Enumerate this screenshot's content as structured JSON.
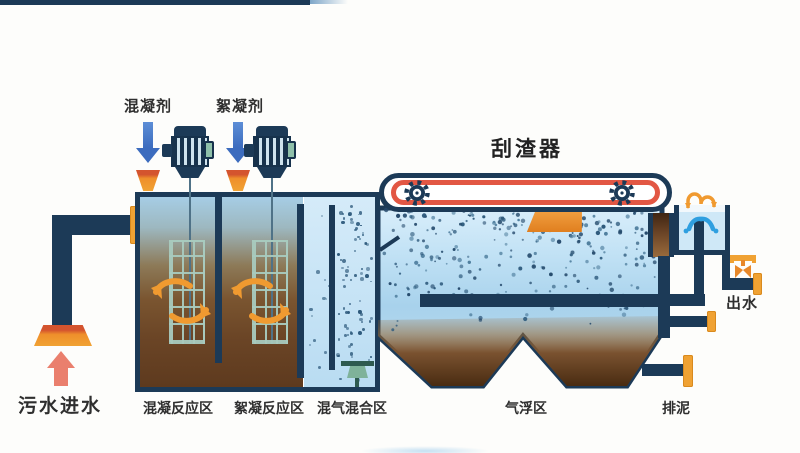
{
  "diagram": {
    "labels": {
      "inlet": "污水进水",
      "coagulant": "混凝剂",
      "flocculant": "絮凝剂",
      "scraper": "刮渣器",
      "zone_coagulation": "混凝反应区",
      "zone_flocculation": "絮凝反应区",
      "zone_air_mixing": "混气混合区",
      "zone_flotation": "气浮区",
      "sludge_discharge": "排泥",
      "outlet": "出水"
    },
    "colors": {
      "pipe_navy": "#1c3a57",
      "belt_red": "#e25744",
      "accent_orange": "#ef8f2b",
      "flange_orange": "#f0a233",
      "water_light": "#d9eefb",
      "water_deep": "#a8d2ec",
      "sludge_brown": "#46290f",
      "mixer_teal": "#8fc0aa",
      "dose_arrow_blue": "#3c6cbe",
      "inlet_arrow_salmon": "#ea7f6d",
      "swirl_orange": "#f09a30",
      "bubble_navy": "#2e5a7c"
    },
    "icons": [
      "gear-icon",
      "down-arrow-icon",
      "up-arrow-icon",
      "swirl-arrow-icon",
      "m-arrow-icon",
      "splash-icon",
      "valve-icon",
      "funnel-icon",
      "motor-icon",
      "diffuser-icon"
    ]
  }
}
